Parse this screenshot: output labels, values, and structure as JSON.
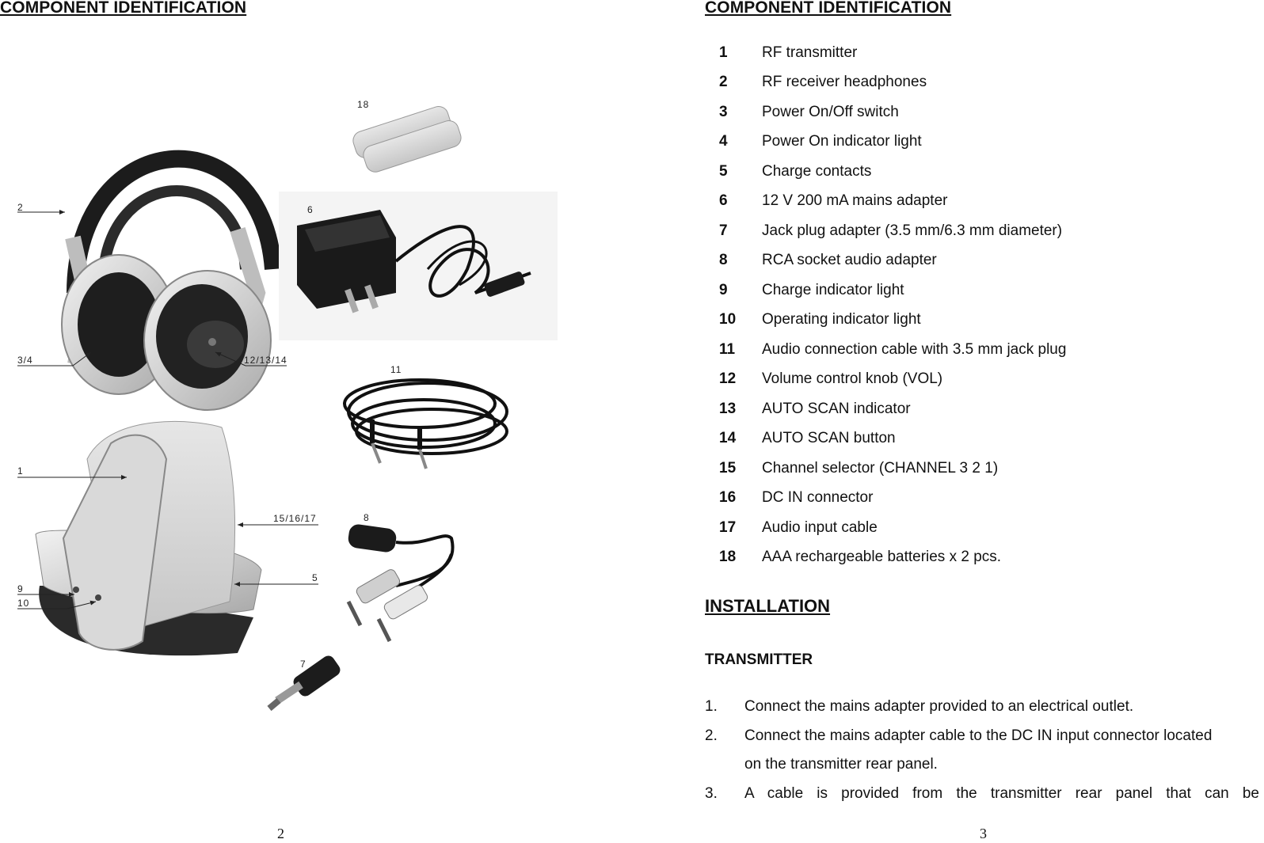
{
  "left_page": {
    "heading": "COMPONENT IDENTIFICATION",
    "callouts": {
      "c2": "2",
      "c3_4": "3/4",
      "c12_13_14": "12/13/14",
      "c6": "6",
      "c18": "18",
      "c11": "11",
      "c1": "1",
      "c15_16_17": "15/16/17",
      "c8": "8",
      "c5": "5",
      "c9": "9",
      "c10": "10",
      "c7": "7"
    },
    "page_number": "2"
  },
  "right_page": {
    "heading": "COMPONENT IDENTIFICATION",
    "components": [
      {
        "num": "1",
        "label": "RF transmitter"
      },
      {
        "num": "2",
        "label": "RF receiver headphones"
      },
      {
        "num": "3",
        "label": "Power On/Off switch"
      },
      {
        "num": "4",
        "label": "Power On indicator light"
      },
      {
        "num": "5",
        "label": "Charge contacts"
      },
      {
        "num": "6",
        "label": "12 V 200 mA mains adapter"
      },
      {
        "num": "7",
        "label": "Jack plug adapter (3.5 mm/6.3 mm diameter)"
      },
      {
        "num": "8",
        "label": "RCA socket audio adapter"
      },
      {
        "num": "9",
        "label": "Charge indicator light"
      },
      {
        "num": "10",
        "label": "Operating indicator light"
      },
      {
        "num": "11",
        "label": "Audio connection cable with 3.5 mm jack plug"
      },
      {
        "num": "12",
        "label": "Volume control knob (VOL)"
      },
      {
        "num": "13",
        "label": "AUTO SCAN indicator"
      },
      {
        "num": "14",
        "label": "AUTO SCAN button"
      },
      {
        "num": "15",
        "label": "Channel selector (CHANNEL 3 2 1)"
      },
      {
        "num": "16",
        "label": "DC IN connector"
      },
      {
        "num": "17",
        "label": "Audio input cable"
      },
      {
        "num": "18",
        "label": "AAA rechargeable batteries x 2 pcs."
      }
    ],
    "installation_heading": "INSTALLATION",
    "transmitter_heading": "TRANSMITTER",
    "steps": [
      {
        "num": "1.",
        "text": "Connect the mains adapter provided to an electrical outlet."
      },
      {
        "num": "2.",
        "text": "Connect the mains adapter cable to the DC IN input connector located"
      },
      {
        "num": "",
        "text": "on the transmitter rear panel."
      },
      {
        "num": "3.",
        "text": "A cable is provided from the transmitter rear panel that can be"
      }
    ],
    "page_number": "3"
  }
}
